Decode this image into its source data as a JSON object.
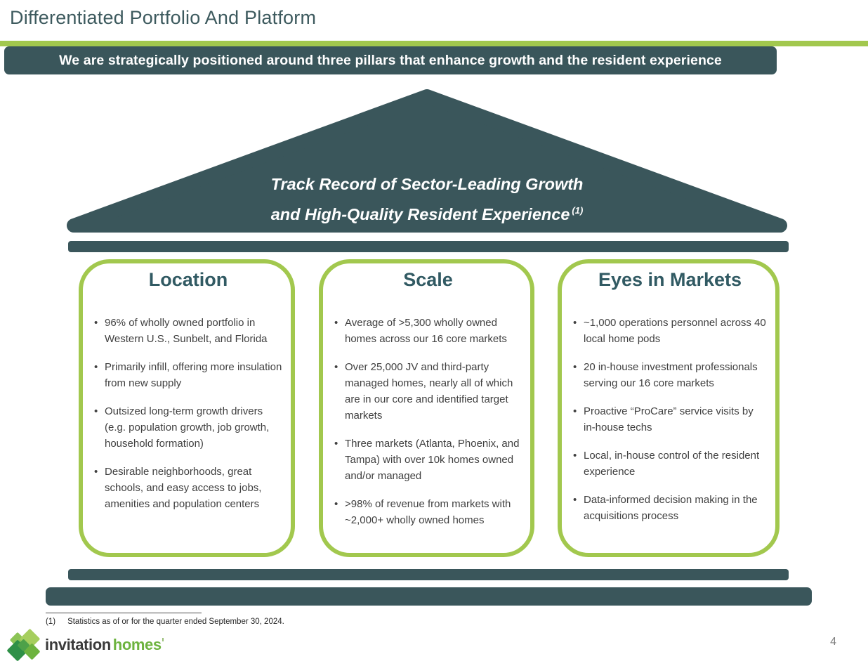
{
  "slide": {
    "title": "Differentiated Portfolio And Platform",
    "banner": "We are strategically positioned around three pillars that enhance growth and the resident experience",
    "roof": {
      "line1": "Track Record of Sector-Leading Growth",
      "line2": "and High-Quality Resident Experience",
      "footnote_ref": "(1)"
    },
    "pillars": [
      {
        "title": "Location",
        "bullets": [
          "96% of wholly owned portfolio in Western U.S., Sunbelt, and Florida",
          "Primarily infill, offering more insulation from new supply",
          "Outsized long-term growth drivers (e.g. population growth, job growth, household formation)",
          "Desirable neighborhoods, great schools, and easy access to jobs, amenities and population centers"
        ]
      },
      {
        "title": "Scale",
        "bullets": [
          "Average of >5,300 wholly owned homes across our 16 core markets",
          "Over 25,000 JV and third-party managed homes, nearly all of which are in our core and identified target markets",
          "Three markets (Atlanta, Phoenix, and Tampa) with over 10k homes owned and/or managed",
          ">98% of revenue from markets with ~2,000+ wholly owned homes"
        ]
      },
      {
        "title": "Eyes in Markets",
        "bullets": [
          "~1,000 operations personnel across 40 local home pods",
          "20 in-house investment professionals serving our 16 core markets",
          "Proactive “ProCare” service visits by in-house techs",
          "Local, in-house control of the resident experience",
          "Data-informed decision making in the acquisitions process"
        ]
      }
    ],
    "footnote": {
      "marker": "(1)",
      "text": "Statistics as of or for the quarter ended September 30, 2024."
    },
    "logo": {
      "part1": "invitation",
      "part2": "homes"
    },
    "page_number": "4",
    "colors": {
      "teal": "#3a565b",
      "accent_green": "#a2c84e",
      "title_teal": "#3d5a5e",
      "pillar_header_teal": "#315a63",
      "body_text": "#404040",
      "logo_dark": "#3a3a3a",
      "logo_green": "#6db33f",
      "logo_diamond_light": "#a6ce5e",
      "logo_diamond_dark": "#2e9047",
      "page_number_gray": "#808080"
    }
  }
}
